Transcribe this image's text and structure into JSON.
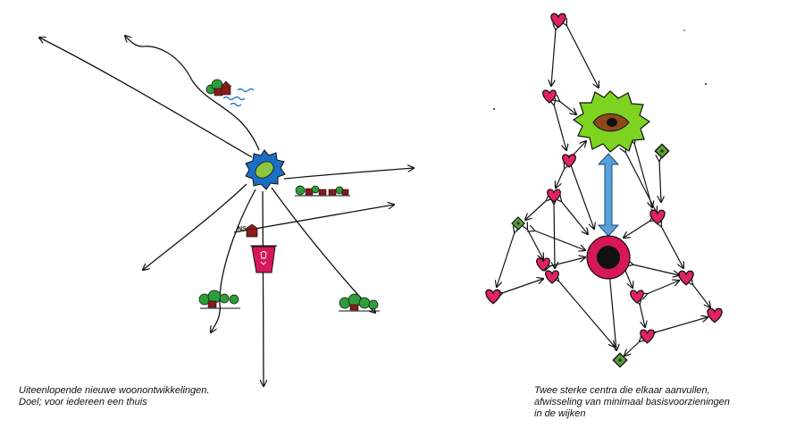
{
  "left_diagram": {
    "caption_lines": [
      "Uiteenlopende nieuwe woonontwikkelingen.",
      "Doel; voor iedereen een thuis"
    ],
    "station_label": "NS"
  },
  "right_diagram": {
    "caption_lines": [
      "Twee sterke centra die elkaar aanvullen,",
      "afwisseling van minimaal basisvoorzieningen",
      "in de wijken"
    ]
  },
  "colors": {
    "center_blue": "#1a6fc4",
    "center_green": "#8dc63f",
    "bright_green": "#7ed321",
    "eye_brown": "#8b4a1c",
    "magenta": "#d6185a",
    "heart_red": "#e0245e",
    "house_red": "#8b1a1a",
    "tree_green": "#2e9e3a",
    "connector_blue": "#5aa0d8",
    "water_blue": "#2a7fd0",
    "diamond_green": "#5c9e3a"
  }
}
